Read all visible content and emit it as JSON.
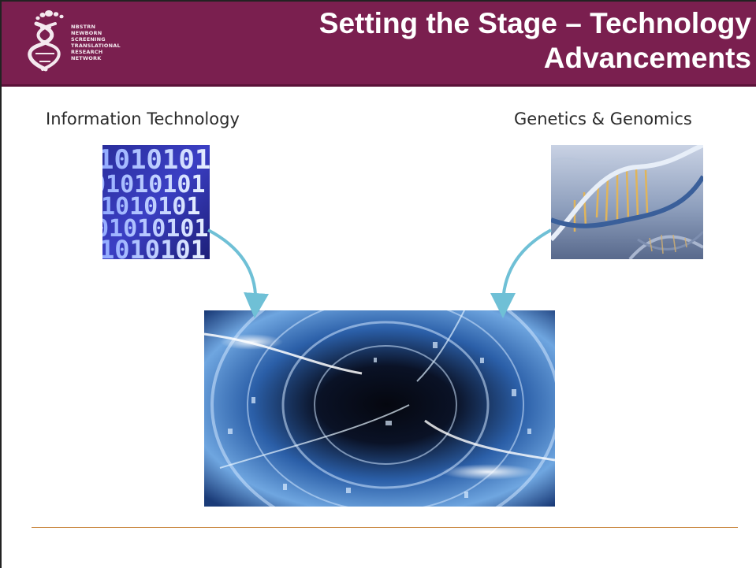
{
  "header": {
    "title": "Setting the Stage – Technology Advancements",
    "logo_text": "NBSTRN\nNEWBORN\nSCREENING\nTRANSLATIONAL\nRESEARCH\nNETWORK"
  },
  "labels": {
    "information_technology": "Information Technology",
    "genetics_genomics": "Genetics & Genomics"
  },
  "binary_image": {
    "rows": [
      "1010101",
      "01010101",
      "1010101",
      "01010101",
      "1010101"
    ]
  },
  "colors": {
    "header_bg": "#7a1f4f",
    "connector": "#6fc0d6",
    "footer_line": "#c8843a"
  }
}
